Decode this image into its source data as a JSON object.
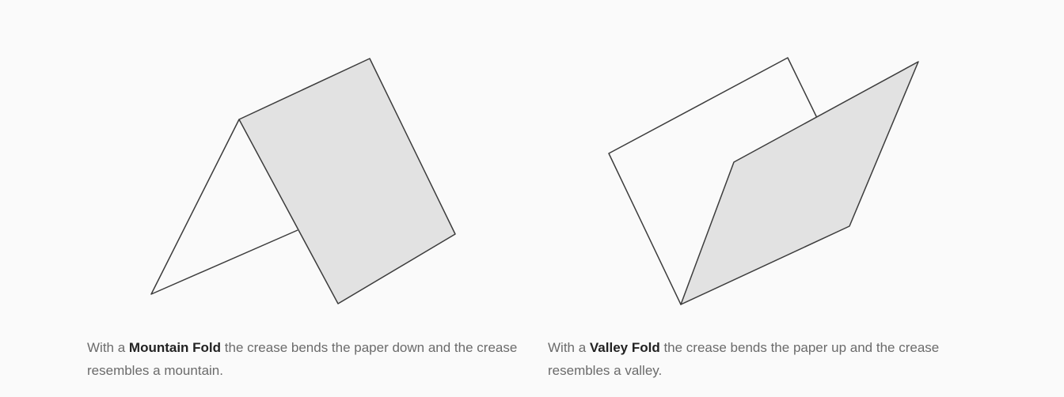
{
  "figures": [
    {
      "id": "mountain",
      "caption": {
        "prefix": "With a ",
        "term": "Mountain Fold",
        "suffix": " the crease bends the paper down and the crease resembles a mountain."
      }
    },
    {
      "id": "valley",
      "caption": {
        "prefix": "With a ",
        "term": "Valley Fold",
        "suffix": " the crease bends the paper up and the crease resembles a valley."
      }
    }
  ],
  "colors": {
    "background": "#fafafa",
    "panel_fill": "#e2e2e2",
    "panel_blank": "#fafafa",
    "outline": "#3c3c3c",
    "caption_text": "#6b6b6b",
    "caption_term": "#222222"
  }
}
